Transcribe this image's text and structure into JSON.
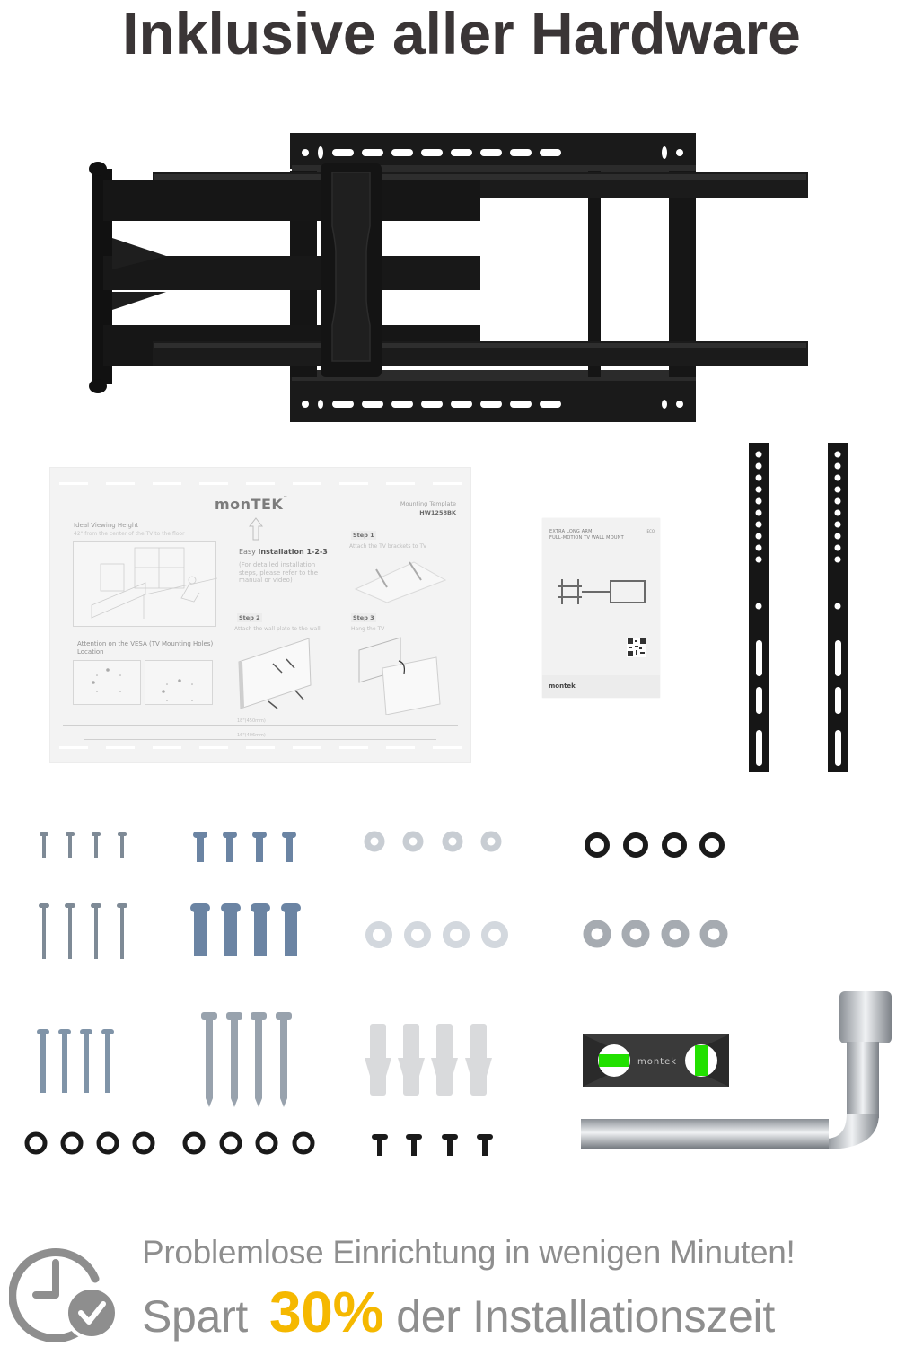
{
  "header": {
    "title": "Inklusive aller Hardware"
  },
  "template": {
    "brand": "montek",
    "brand_suffix": "TEK",
    "brand_prefix": "mon",
    "trademark": "™",
    "doc_title": "Mounting Template",
    "model": "HW1258BK",
    "ideal_height_title": "Ideal Viewing Height",
    "ideal_height_sub": "42\" from the center of the TV to the floor",
    "easy_prefix": "Easy",
    "easy_title": "Installation 1-2-3",
    "easy_sub": "(For detailed installation steps, please refer to the manual or video)",
    "steps": [
      {
        "label": "Step 1",
        "desc": "Attach the TV brackets to TV"
      },
      {
        "label": "Step 2",
        "desc": "Attach the wall plate to the wall"
      },
      {
        "label": "Step 3",
        "desc": "Hang the TV"
      }
    ],
    "vesa_note": "Attention on the VESA (TV Mounting Holes) Location",
    "dim_outer": "18\"(450mm)",
    "dim_inner": "16\"(406mm)"
  },
  "manual": {
    "title_line1": "EXTRA LONG ARM",
    "title_line2": "FULL-MOTION TV WALL MOUNT",
    "badge": "ECO",
    "brand": "montek"
  },
  "level": {
    "brand": "montek"
  },
  "hardware": {
    "rows": [
      {
        "groups": [
          "small-screws-x4",
          "medium-bolts-x4",
          "small-washers-x4",
          "black-rings-x4"
        ]
      },
      {
        "groups": [
          "long-thin-screws-x4",
          "large-bolts-x4",
          "large-washers-x4",
          "metal-washers-x4"
        ]
      },
      {
        "groups": [
          "machine-screws-x4",
          "lag-bolts-x4",
          "wall-anchors-x4",
          "level-tool"
        ]
      },
      {
        "groups": [
          "black-spacers-x4",
          "black-spacers-x4",
          "black-t-screws-x4",
          "l-socket-wrench"
        ]
      }
    ]
  },
  "banner": {
    "line1": "Problemlose Einrichtung in wenigen Minuten!",
    "line2_prefix": "Spart",
    "highlight": "30%",
    "line2_suffix": "der Installationszeit",
    "highlight_color": "#f5b800",
    "text_color": "#8e8e8e"
  }
}
